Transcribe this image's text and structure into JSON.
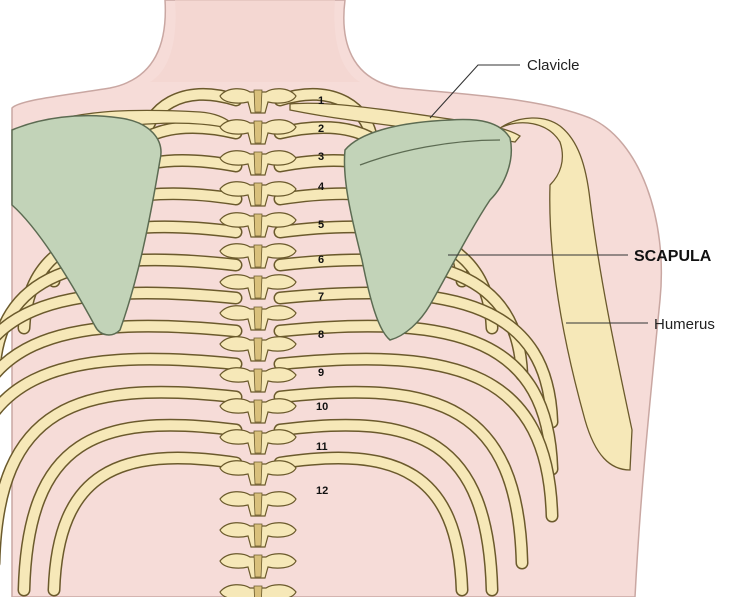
{
  "labels": {
    "clavicle": "Clavicle",
    "scapula": "SCAPULA",
    "humerus": "Humerus"
  },
  "rib_numbers": [
    "1",
    "2",
    "3",
    "4",
    "5",
    "6",
    "7",
    "8",
    "9",
    "10",
    "11",
    "12"
  ],
  "colors": {
    "skin": "#f6dcd8",
    "skin_edge": "#c9a7a2",
    "bone": "#f6e8b8",
    "bone_shadow": "#d9c07c",
    "bone_outline": "#6b5a2c",
    "scapula": "#c2d3b8",
    "scapula_outline": "#5c6b52"
  }
}
